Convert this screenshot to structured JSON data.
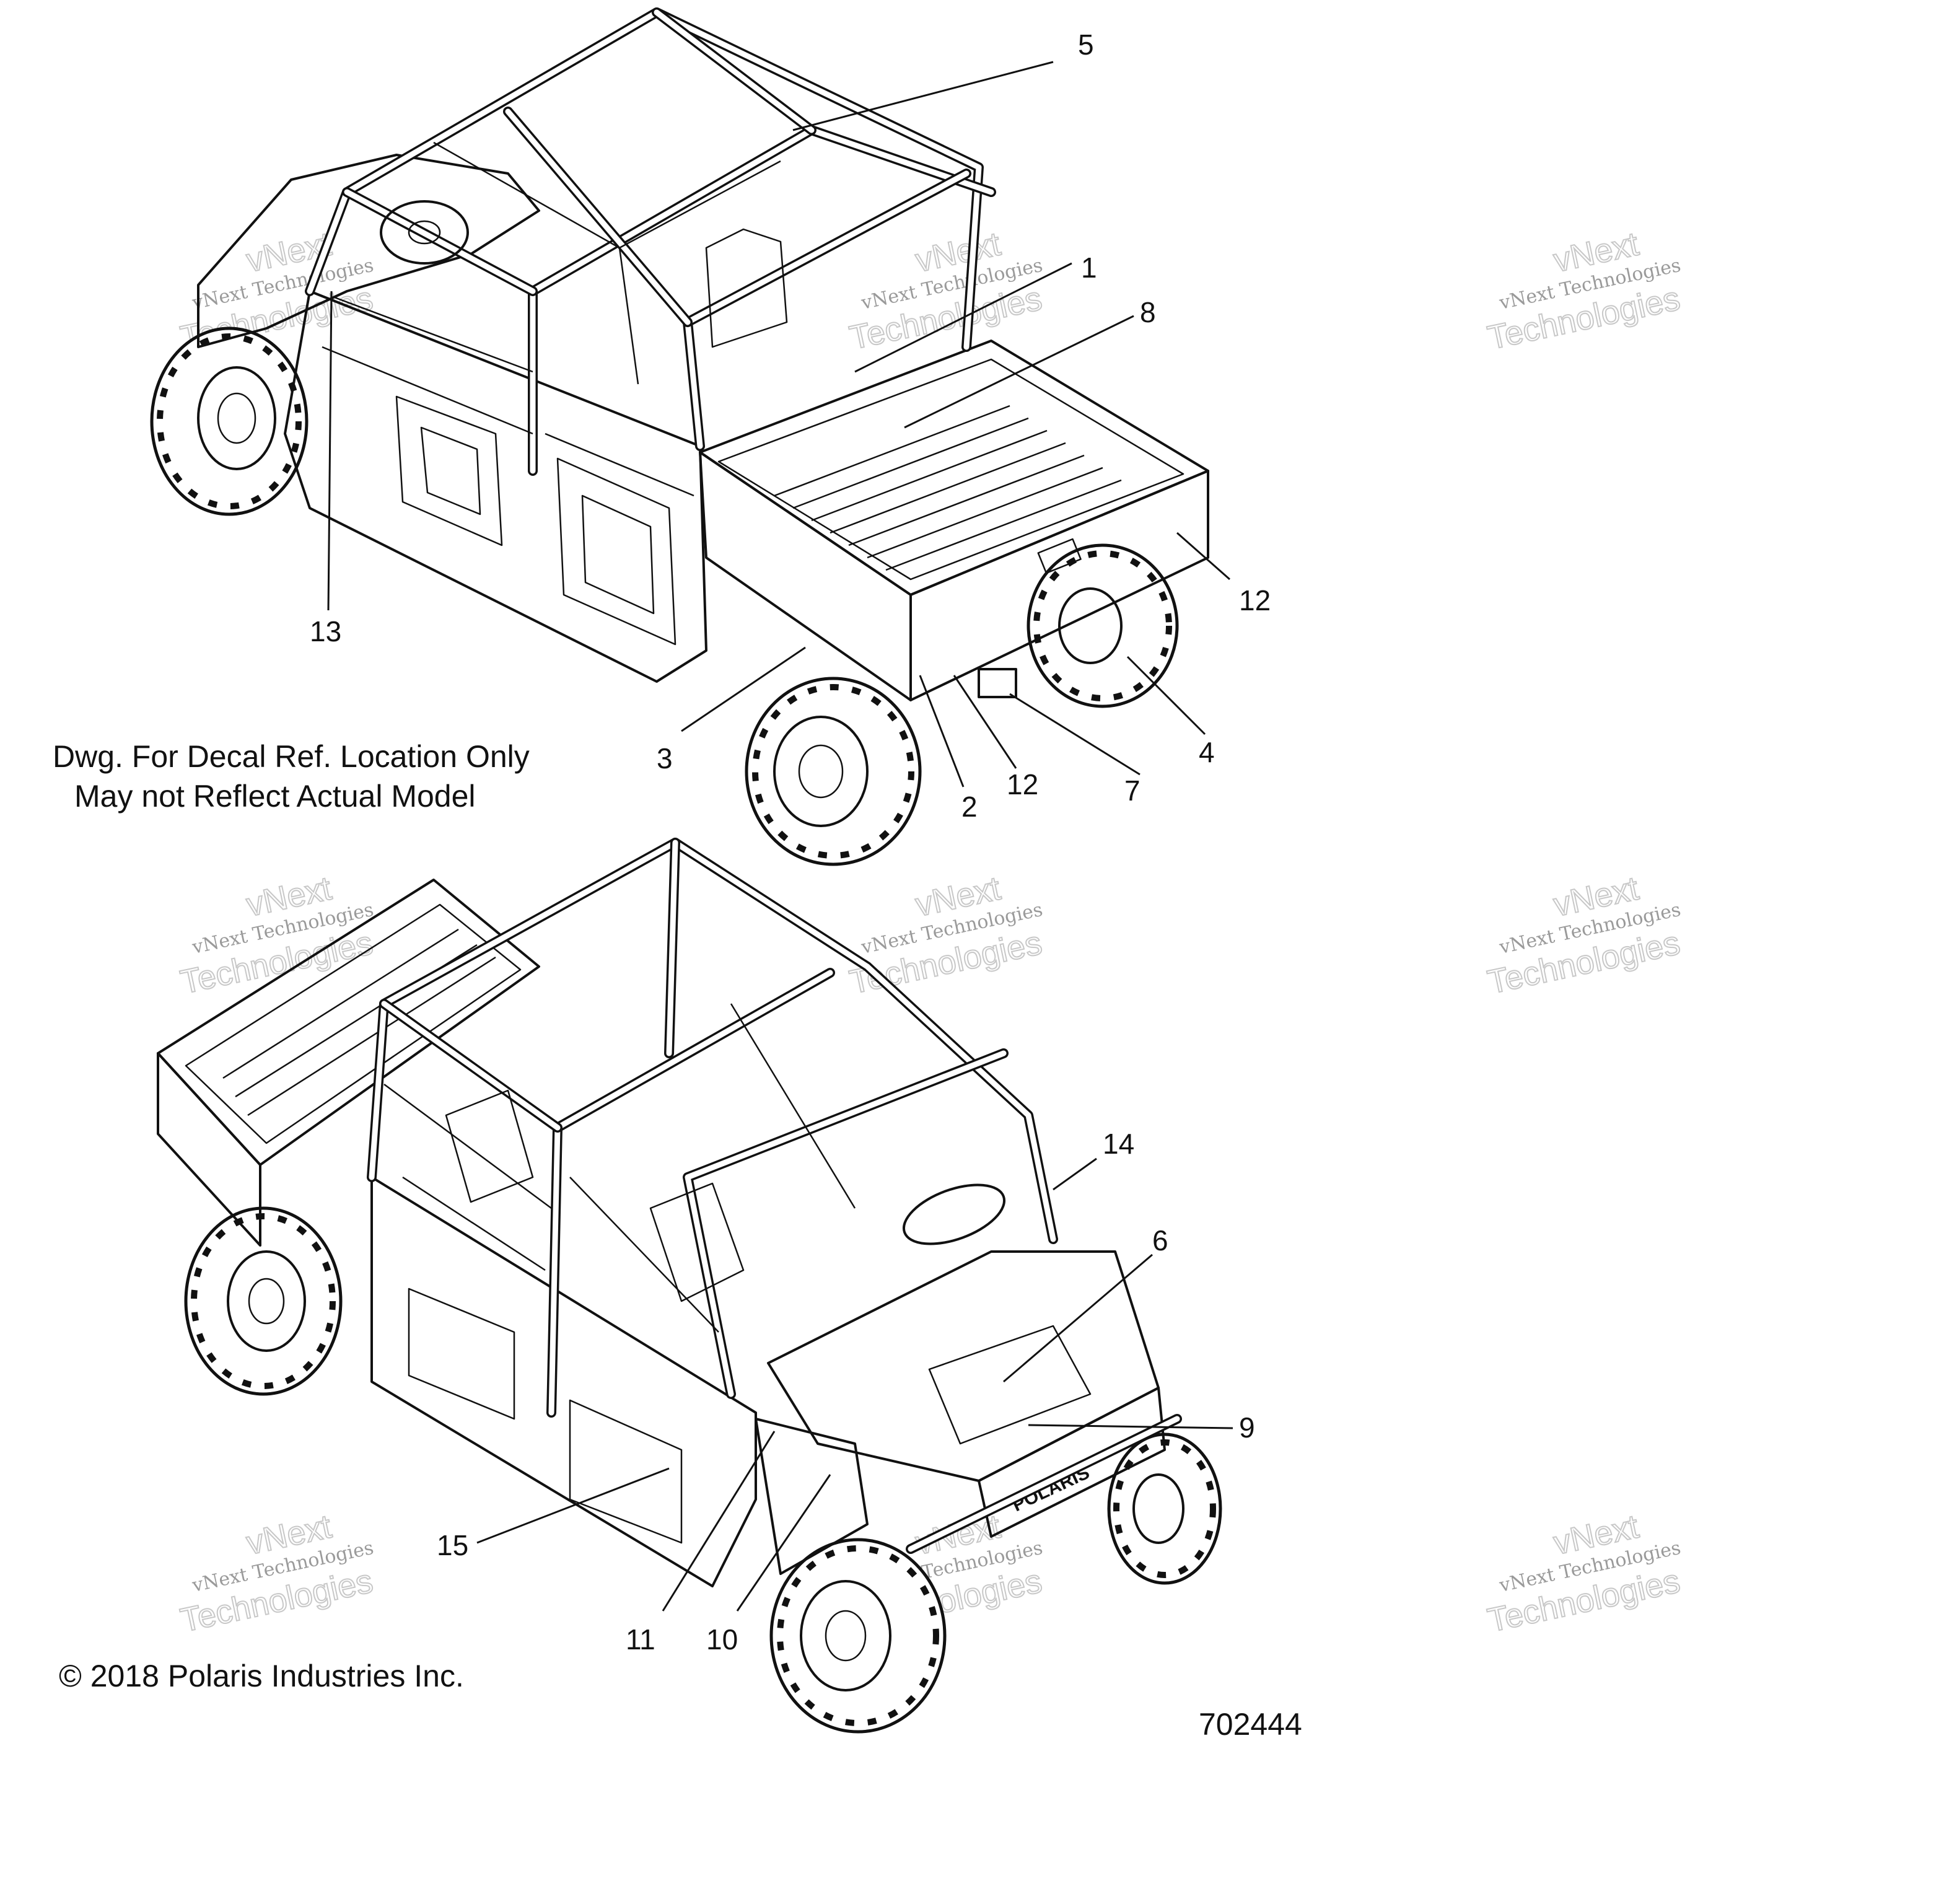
{
  "drawing": {
    "part_number": "702444",
    "note_line1": "Dwg. For Decal Ref. Location Only",
    "note_line2": "May not Reflect Actual Model",
    "copyright": "© 2018 Polaris Industries Inc.",
    "grille_brand": "POLARIS"
  },
  "watermark": {
    "line1": "vNext",
    "line2": "vNext Technologies",
    "line3": "Technologies"
  },
  "callouts": {
    "c1": "1",
    "c2": "2",
    "c3": "3",
    "c4": "4",
    "c5": "5",
    "c6": "6",
    "c7": "7",
    "c8": "8",
    "c9": "9",
    "c10": "10",
    "c11": "11",
    "c12a": "12",
    "c12b": "12",
    "c13": "13",
    "c14": "14",
    "c15": "15"
  }
}
